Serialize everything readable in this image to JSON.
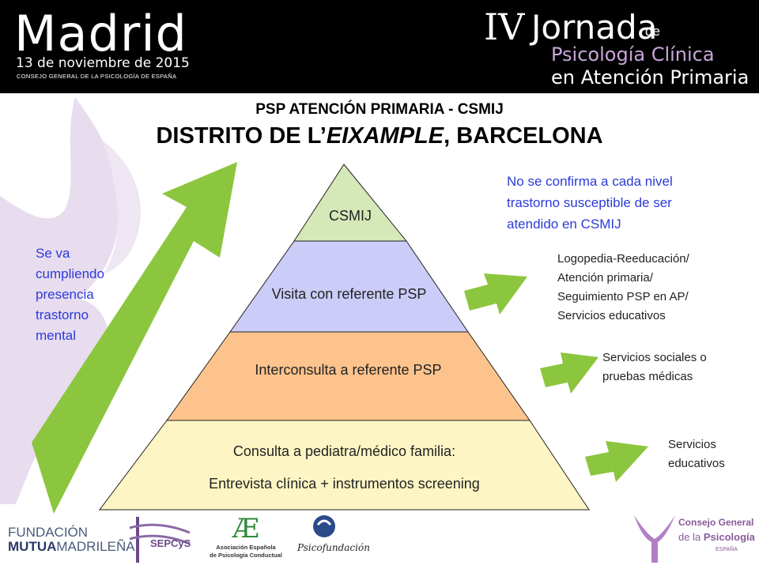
{
  "header": {
    "city": "Madrid",
    "date": "13 de noviembre de 2015",
    "council": "CONSEJO GENERAL DE LA PSICOLOGÍA DE ESPAÑA",
    "edition": "IV",
    "event": "Jornada",
    "event_de": "de",
    "subtitle1": "Psicología Clínica",
    "subtitle2": "en Atención Primaria"
  },
  "slide": {
    "title1": "PSP ATENCIÓN PRIMARIA - CSMIJ",
    "title2_a": "DISTRITO DE L’",
    "title2_b": "EIXAMPLE",
    "title2_c": ", BARCELONA"
  },
  "pyramid": {
    "levels": [
      {
        "label": "CSMIJ",
        "color": "#d5e8b7"
      },
      {
        "label": "Visita con referente PSP",
        "color": "#ccccf8"
      },
      {
        "label": "Interconsulta a referente PSP",
        "color": "#fcc38c"
      },
      {
        "label_line1": "Consulta a pediatra/médico familia:",
        "label_line2": "Entrevista clínica + instrumentos screening",
        "color": "#fdf6c4"
      }
    ]
  },
  "left_note": {
    "lines": [
      "Se va",
      "cumpliendo",
      "presencia",
      "trastorno",
      "mental"
    ]
  },
  "right_note": {
    "lines": [
      "No se confirma a cada nivel",
      "trastorno susceptible de ser",
      "atendido en CSMIJ"
    ]
  },
  "destinations": [
    {
      "lines": [
        "Logopedia-Reeducación/",
        "Atención primaria/",
        "Seguimiento PSP en AP/",
        "Servicios educativos"
      ]
    },
    {
      "lines": [
        "Servicios sociales o",
        "pruebas médicas"
      ]
    },
    {
      "lines": [
        "Servicios",
        "educativos"
      ]
    }
  ],
  "logos": {
    "fundacion_line1": "FUNDACIÓN",
    "fundacion_line2a": "MUTUA",
    "fundacion_line2b": "MADRILEÑA",
    "sepcys": "SEPCyS",
    "aepc_line1": "Asociación Española",
    "aepc_line2": "de Psicología Conductual",
    "psicofundacion": "Psicofundación",
    "cgp_line1": "Consejo General",
    "cgp_line2a": "de la",
    "cgp_line2b": "Psicología",
    "cgp_line3": "ESPAÑA"
  },
  "colors": {
    "arrow_green": "#8cc63e",
    "blue_text": "#2b3bd8",
    "header_bg": "#000000",
    "accent_purple": "#c8a6d8"
  }
}
